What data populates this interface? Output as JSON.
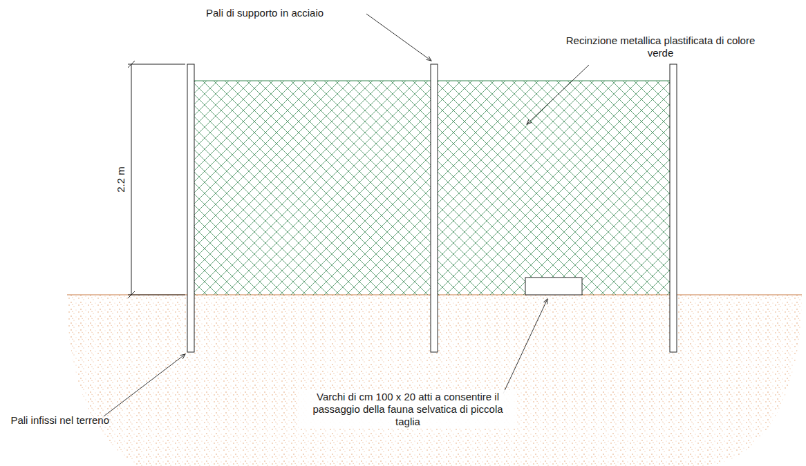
{
  "diagram": {
    "labels": [
      "Pali di supporto in acciaio",
      "Recinzione metallica plastificata di colore verde",
      "2.2 m",
      "Pali infissi nel terreno",
      "Varchi di cm 100 x 20 atti a consentire il passaggio della fauna selvatica di piccola taglia"
    ]
  }
}
